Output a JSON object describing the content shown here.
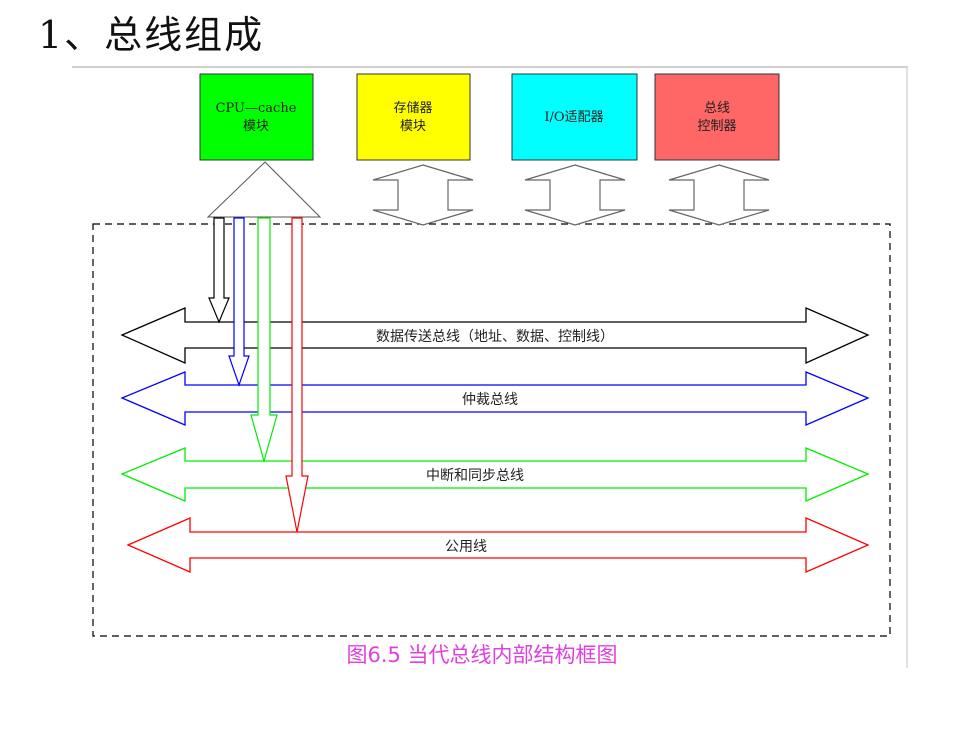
{
  "heading": "1、总线组成",
  "modules": [
    {
      "id": "cpu",
      "lines": [
        "CPU—cache",
        "模块"
      ],
      "color": "#00ff00"
    },
    {
      "id": "mem",
      "lines": [
        "存储器",
        "模块"
      ],
      "color": "#ffff00"
    },
    {
      "id": "io",
      "lines": [
        "I/O适配器"
      ],
      "color": "#00ffff"
    },
    {
      "id": "ctrl",
      "lines": [
        "总线",
        "控制器"
      ],
      "color": "#ff6666"
    }
  ],
  "buses": [
    {
      "label": "数据传送总线（地址、数据、控制线）",
      "color": "#000000"
    },
    {
      "label": "仲裁总线",
      "color": "#0000ff"
    },
    {
      "label": "中断和同步总线",
      "color": "#00ff00"
    },
    {
      "label": "公用线",
      "color": "#ff0000"
    }
  ],
  "caption": "图6.5 当代总线内部结构框图",
  "caption_color": "#e040e0"
}
